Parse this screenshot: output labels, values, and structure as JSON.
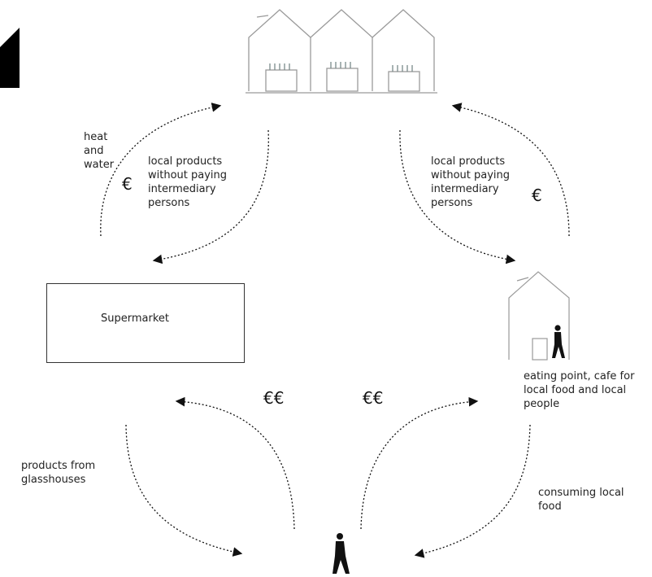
{
  "top_left_marker": "",
  "supermarket": {
    "label": "Supermarket"
  },
  "labels": {
    "heat_water": "heat\nand\nwater",
    "local_products_left": "local products\nwithout paying\nintermediary\npersons",
    "local_products_right": "local products\nwithout paying\nintermediary\npersons",
    "eating_point": "eating point, cafe for\nlocal food and local\npeople",
    "products_glasshouses": "products from\nglasshouses",
    "consuming_local_food": "consuming local\nfood"
  },
  "currency": {
    "euro_left": "€",
    "euro_right": "€",
    "euro_double_left": "€€",
    "euro_double_right": "€€"
  }
}
